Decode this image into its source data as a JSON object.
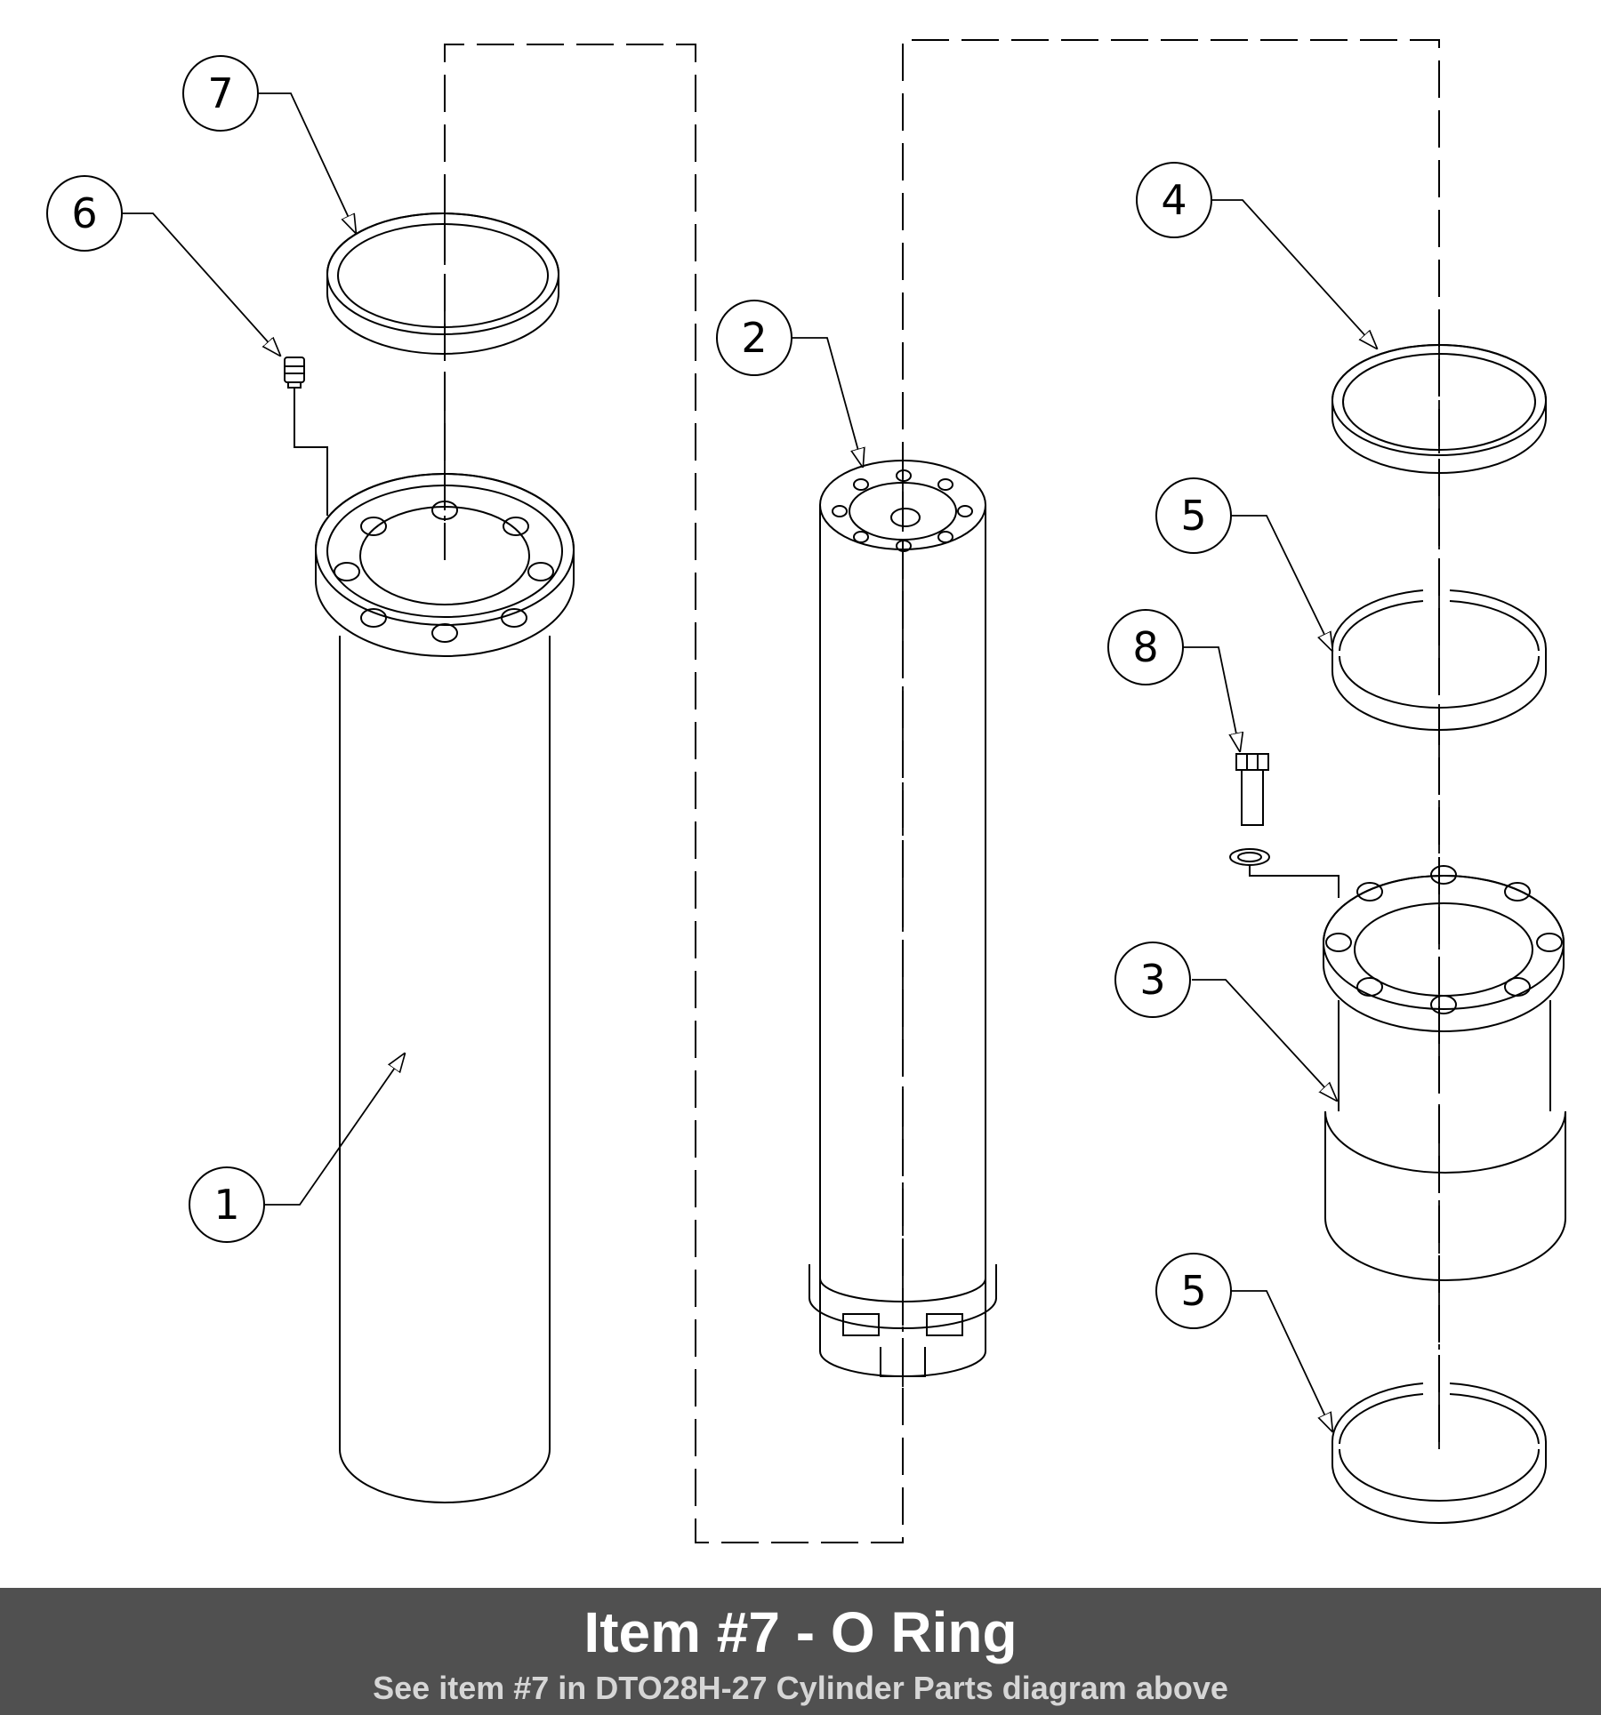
{
  "caption": {
    "title": "Item #7 - O Ring",
    "subtitle": "See item #7 in DTO28H-27 Cylinder Parts diagram above"
  },
  "callouts": [
    {
      "id": "1",
      "label": "1"
    },
    {
      "id": "2",
      "label": "2"
    },
    {
      "id": "3",
      "label": "3"
    },
    {
      "id": "4",
      "label": "4"
    },
    {
      "id": "5a",
      "label": "5"
    },
    {
      "id": "5b",
      "label": "5"
    },
    {
      "id": "6",
      "label": "6"
    },
    {
      "id": "7",
      "label": "7"
    },
    {
      "id": "8",
      "label": "8"
    }
  ],
  "colors": {
    "line": "#000000",
    "caption_bar": "#505050",
    "caption_title": "#ffffff",
    "caption_subtitle": "#d6d6d6"
  }
}
